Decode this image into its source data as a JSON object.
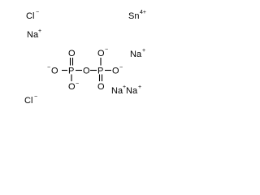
{
  "molecule": {
    "ions": {
      "cl_top": {
        "text": "Cl",
        "charge": "−"
      },
      "sn": {
        "text": "Sn",
        "charge": "4+"
      },
      "na_left": {
        "text": "Na",
        "charge": "+"
      },
      "na_right": {
        "text": "Na",
        "charge": "+"
      },
      "na_pair_1": {
        "text": "Na",
        "charge": "+"
      },
      "na_pair_2": {
        "text": "Na",
        "charge": "+"
      },
      "cl_bottom": {
        "text": "Cl",
        "charge": "−"
      }
    },
    "pyrophosphate": {
      "o_left": {
        "text": "O",
        "charge": "−"
      },
      "p_left": {
        "text": "P"
      },
      "o_top_left": {
        "text": "O"
      },
      "o_bottom_left": {
        "text": "O",
        "charge": "−"
      },
      "o_bridge": {
        "text": "O"
      },
      "p_right": {
        "text": "P"
      },
      "o_top_right": {
        "text": "O",
        "charge": "−"
      },
      "o_bottom_right": {
        "text": "O"
      },
      "o_right": {
        "text": "O",
        "charge": "−"
      }
    }
  }
}
